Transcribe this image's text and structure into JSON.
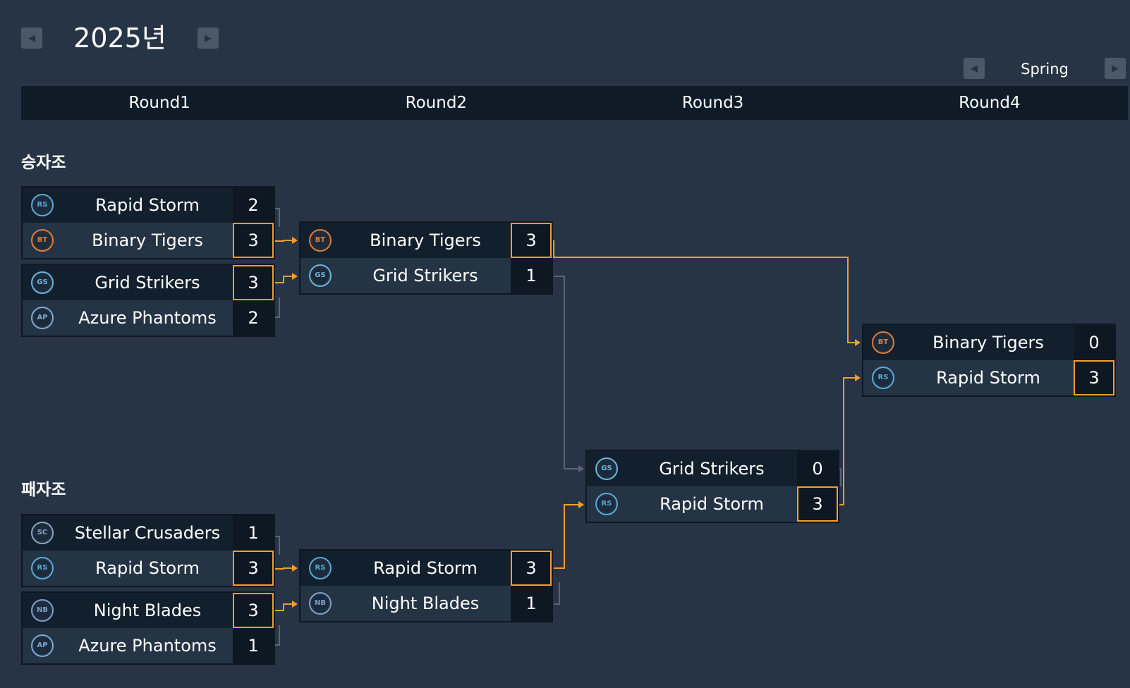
{
  "header": {
    "year_title": "2025년",
    "season_label": "Spring"
  },
  "rounds": [
    "Round1",
    "Round2",
    "Round3",
    "Round4"
  ],
  "sections": {
    "winners": "승자조",
    "losers": "패자조"
  },
  "colors": {
    "background": "#263445",
    "win_highlight": "#f59d2e",
    "connector_inactive": "#5a6675"
  },
  "teams": {
    "RS": {
      "name": "Rapid Storm",
      "abbr": "RS",
      "icon": "rapid-storm-logo-icon",
      "color": "#5aa9d6"
    },
    "BT": {
      "name": "Binary Tigers",
      "abbr": "BT",
      "icon": "binary-tigers-logo-icon",
      "color": "#e07a3a"
    },
    "GS": {
      "name": "Grid Strikers",
      "abbr": "GS",
      "icon": "grid-strikers-logo-icon",
      "color": "#6fb3d9"
    },
    "AP": {
      "name": "Azure Phantoms",
      "abbr": "AP",
      "icon": "azure-phantoms-logo-icon",
      "color": "#7fa8cf"
    },
    "SC": {
      "name": "Stellar Crusaders",
      "abbr": "SC",
      "icon": "stellar-crusaders-logo-icon",
      "color": "#8aa3bd"
    },
    "NB": {
      "name": "Night Blades",
      "abbr": "NB",
      "icon": "night-blades-logo-icon",
      "color": "#7f9fc9"
    }
  },
  "matches": [
    {
      "id": "w1-1",
      "teams": [
        {
          "team": "RS",
          "score": "2",
          "win": false
        },
        {
          "team": "BT",
          "score": "3",
          "win": true
        }
      ]
    },
    {
      "id": "w1-2",
      "teams": [
        {
          "team": "GS",
          "score": "3",
          "win": true
        },
        {
          "team": "AP",
          "score": "2",
          "win": false
        }
      ]
    },
    {
      "id": "w2-1",
      "teams": [
        {
          "team": "BT",
          "score": "3",
          "win": true
        },
        {
          "team": "GS",
          "score": "1",
          "win": false
        }
      ]
    },
    {
      "id": "l1-1",
      "teams": [
        {
          "team": "SC",
          "score": "1",
          "win": false
        },
        {
          "team": "RS",
          "score": "3",
          "win": true
        }
      ]
    },
    {
      "id": "l1-2",
      "teams": [
        {
          "team": "NB",
          "score": "3",
          "win": true
        },
        {
          "team": "AP",
          "score": "1",
          "win": false
        }
      ]
    },
    {
      "id": "l2-1",
      "teams": [
        {
          "team": "RS",
          "score": "3",
          "win": true
        },
        {
          "team": "NB",
          "score": "1",
          "win": false
        }
      ]
    },
    {
      "id": "r3-1",
      "teams": [
        {
          "team": "GS",
          "score": "0",
          "win": false
        },
        {
          "team": "RS",
          "score": "3",
          "win": true
        }
      ]
    },
    {
      "id": "r4-1",
      "teams": [
        {
          "team": "BT",
          "score": "0",
          "win": false
        },
        {
          "team": "RS",
          "score": "3",
          "win": true
        }
      ]
    }
  ]
}
